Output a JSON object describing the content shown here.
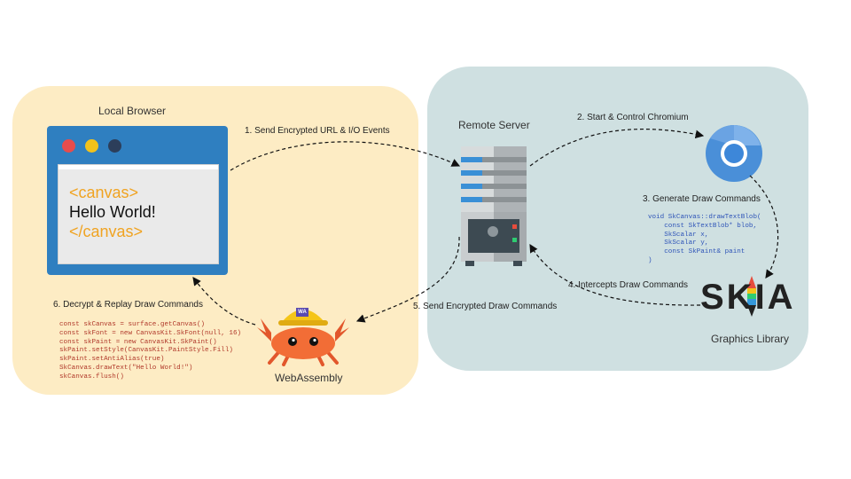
{
  "regions": {
    "local": {
      "title": "Local Browser"
    },
    "remote": {
      "title": "Remote Server"
    },
    "graphics": {
      "title": "Graphics Library"
    },
    "wasm": {
      "title": "WebAssembly"
    }
  },
  "browser_window": {
    "code_lines": [
      "<canvas>",
      "Hello World!",
      "</canvas>"
    ],
    "dot_colors": [
      "#e74c4c",
      "#f2c21b",
      "#2c3e5a"
    ]
  },
  "steps": {
    "s1": "1. Send Encrypted URL & I/O Events",
    "s2": "2. Start & Control Chromium",
    "s3": "3. Generate Draw Commands",
    "s4": "4. Intercepts Draw Commands",
    "s5": "5. Send Encrypted Draw Commands",
    "s6": "6. Decrypt & Replay Draw Commands"
  },
  "skia_code": [
    "void SkCanvas::drawTextBlob(",
    "    const SkTextBlob* blob,",
    "    SkScalar x,",
    "    SkScalar y,",
    "    const SkPaint& paint",
    ")"
  ],
  "wasm_code": [
    "const skCanvas = surface.getCanvas()",
    "const skFont = new CanvasKit.SkFont(null, 16)",
    "const skPaint = new CanvasKit.SkPaint()",
    "skPaint.setStyle(CanvasKit.PaintStyle.Fill)",
    "skPaint.setAntiAlias(true)",
    "SkCanvas.drawText(\"Hello World!\")",
    "skCanvas.flush()"
  ],
  "skia_logo": {
    "text": "SKIA"
  },
  "crab_badge": {
    "text": "WA"
  },
  "icons": {
    "browser": "browser-window-icon",
    "server": "server-icon",
    "chromium": "chromium-icon",
    "skia": "skia-logo",
    "wasm": "rust-crab-icon"
  },
  "colors": {
    "local_bg": "#fdecc4",
    "remote_bg": "#cfe0e1",
    "browser_blue": "#2f7fc0",
    "canvas_orange": "#f0a321",
    "code_red": "#b0382a",
    "code_blue": "#2f55b8"
  }
}
